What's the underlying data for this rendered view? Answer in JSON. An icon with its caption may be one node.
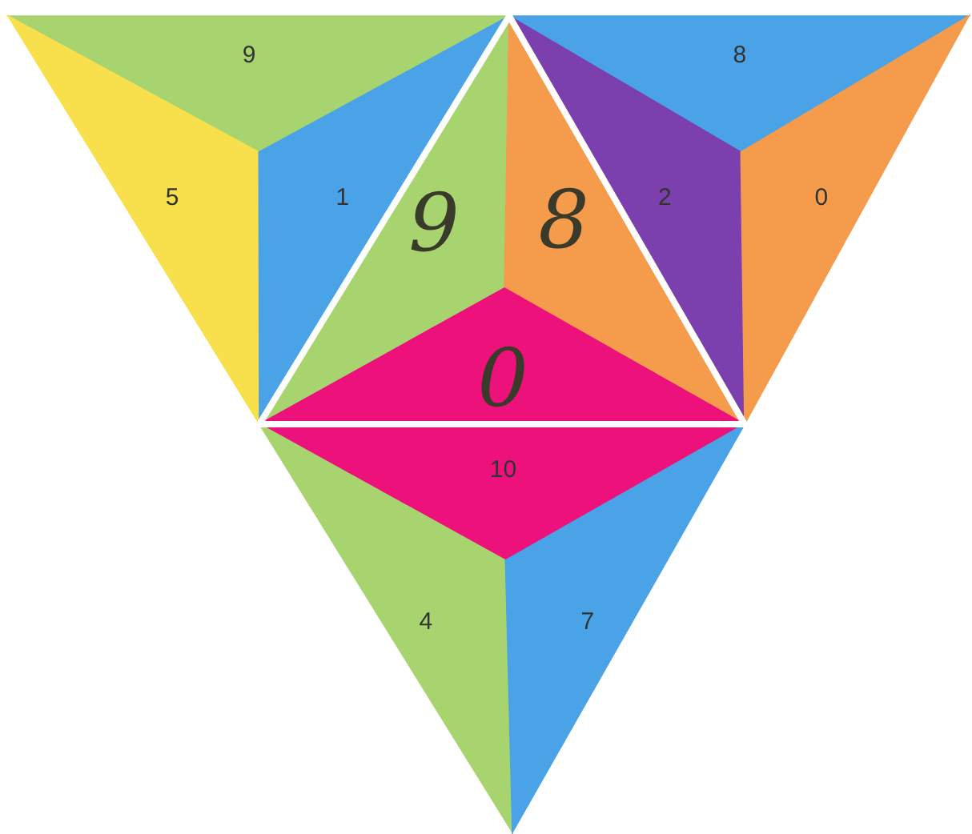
{
  "diagram": {
    "nodes": [
      {
        "text": [
          "9"
        ]
      },
      {
        "text": [
          "5"
        ]
      },
      {
        "text": [
          "1"
        ]
      },
      {
        "text": [
          "8"
        ]
      },
      {
        "text": [
          "2"
        ]
      },
      {
        "text": [
          "0"
        ]
      },
      {
        "text": [
          "9"
        ]
      },
      {
        "text": [
          "8"
        ]
      },
      {
        "text": [
          "0"
        ]
      },
      {
        "text": [
          "10"
        ]
      },
      {
        "text": [
          "4"
        ]
      },
      {
        "text": [
          "7"
        ]
      }
    ]
  }
}
